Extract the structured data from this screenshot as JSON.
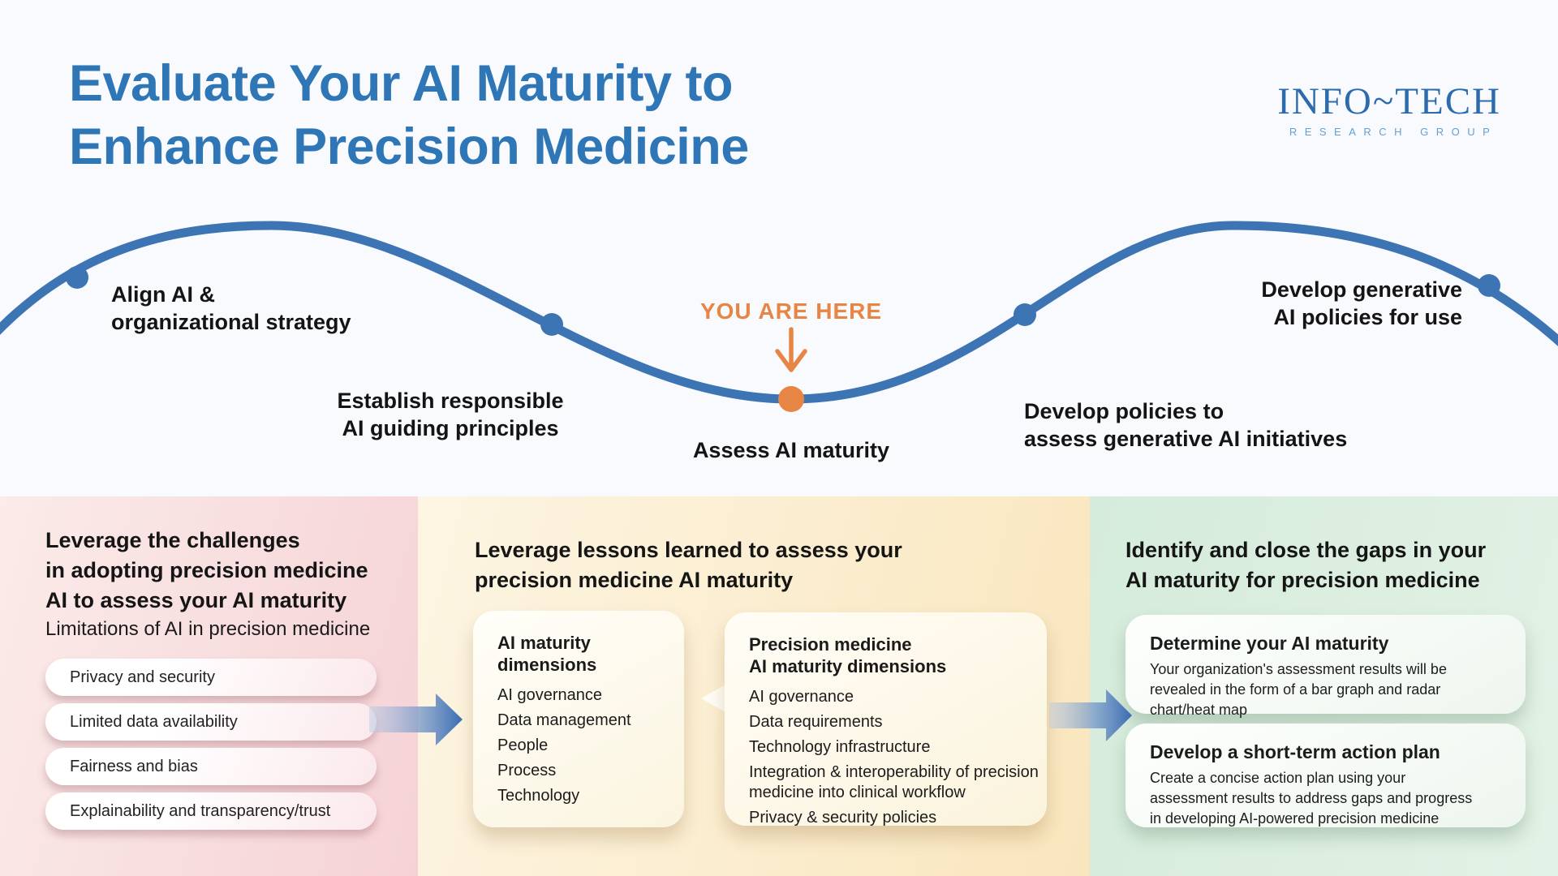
{
  "header": {
    "title": "Evaluate Your AI Maturity to\nEnhance Precision Medicine",
    "logo": {
      "name": "INFO~TECH",
      "subtitle": "RESEARCH GROUP"
    }
  },
  "journey": {
    "you_are_here": "YOU ARE HERE",
    "milestones": [
      {
        "label": "Align AI &\norganizational strategy"
      },
      {
        "label": "Establish responsible\nAI guiding principles"
      },
      {
        "label": "Assess AI maturity"
      },
      {
        "label": "Develop policies to\nassess generative AI initiatives"
      },
      {
        "label": "Develop generative\nAI policies for use"
      }
    ]
  },
  "panels": {
    "challenges": {
      "heading": "Leverage the challenges\nin adopting precision medicine\nAI to assess your AI maturity",
      "subheading": "Limitations of AI in precision medicine",
      "pills": [
        "Privacy and security",
        "Limited data availability",
        "Fairness and bias",
        "Explainability and transparency/trust"
      ]
    },
    "lessons": {
      "heading": "Leverage lessons learned to assess your\nprecision medicine AI maturity",
      "card1": {
        "title": "AI maturity\ndimensions",
        "items": [
          "AI governance",
          "Data management",
          "People",
          "Process",
          "Technology"
        ]
      },
      "card2": {
        "title": "Precision medicine\nAI maturity dimensions",
        "items": [
          "AI governance",
          "Data requirements",
          "Technology infrastructure",
          "Integration & interoperability of precision\nmedicine into clinical workflow",
          "Privacy & security policies"
        ]
      }
    },
    "gaps": {
      "heading": "Identify and close the gaps in your\nAI maturity for precision medicine",
      "card1": {
        "title": "Determine your AI maturity",
        "body": "Your organization's assessment results will be\nrevealed in the form of a bar graph and radar\nchart/heat map"
      },
      "card2": {
        "title": "Develop a short-term action plan",
        "body": "Create a concise action plan using your\nassessment results to address gaps and progress\nin developing AI-powered precision medicine"
      }
    }
  },
  "colors": {
    "title_blue": "#2e76b5",
    "wave_blue": "#3d74b3",
    "accent_orange": "#e78545",
    "panel_pink": "#f5d2d6",
    "panel_yellow": "#f9e6bd",
    "panel_green": "#d5ebdb"
  }
}
